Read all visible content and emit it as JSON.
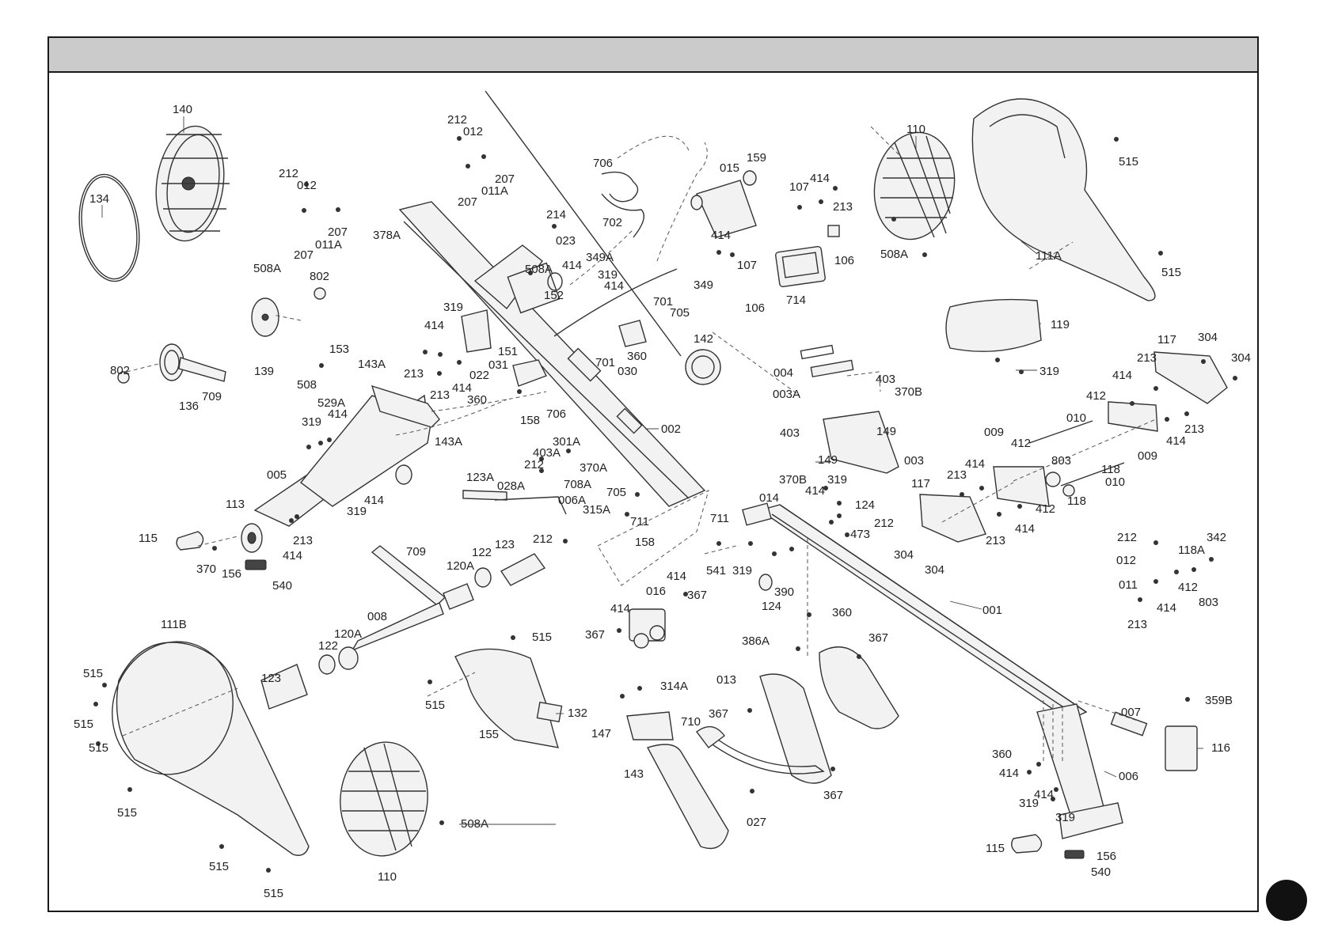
{
  "parts": [
    "001",
    "002",
    "003",
    "004",
    "003A",
    "005",
    "006",
    "007",
    "008",
    "009",
    "010",
    "011",
    "011A",
    "012",
    "013",
    "014",
    "015",
    "016",
    "022",
    "023",
    "027",
    "028A",
    "030",
    "031",
    "006A",
    "106",
    "107",
    "110",
    "111A",
    "111B",
    "113",
    "115",
    "116",
    "117",
    "118",
    "118A",
    "119",
    "120A",
    "122",
    "123",
    "123A",
    "124",
    "132",
    "134",
    "136",
    "139",
    "140",
    "142",
    "143",
    "143A",
    "147",
    "149",
    "151",
    "152",
    "153",
    "155",
    "156",
    "158",
    "159",
    "212",
    "213",
    "214",
    "207",
    "301A",
    "304",
    "314A",
    "315A",
    "319",
    "342",
    "349",
    "349A",
    "359B",
    "360",
    "367",
    "370",
    "370A",
    "370B",
    "378A",
    "386A",
    "390",
    "403",
    "403A",
    "412",
    "414",
    "473",
    "508",
    "508A",
    "515",
    "529A",
    "540",
    "541",
    "701",
    "702",
    "705",
    "706",
    "708A",
    "709",
    "710",
    "711",
    "714",
    "802",
    "803"
  ],
  "callouts": [
    {
      "id": "c1",
      "text": "140"
    },
    {
      "id": "c2",
      "text": "134"
    },
    {
      "id": "c3",
      "text": "212"
    },
    {
      "id": "c4",
      "text": "012"
    },
    {
      "id": "c5",
      "text": "207"
    },
    {
      "id": "c6",
      "text": "207"
    },
    {
      "id": "c7",
      "text": "011A"
    },
    {
      "id": "c8",
      "text": "508A"
    },
    {
      "id": "c9",
      "text": "802"
    },
    {
      "id": "c10",
      "text": "139"
    },
    {
      "id": "c11",
      "text": "802"
    },
    {
      "id": "c12",
      "text": "136"
    },
    {
      "id": "c13",
      "text": "709"
    },
    {
      "id": "c14",
      "text": "212"
    },
    {
      "id": "c15",
      "text": "012"
    },
    {
      "id": "c16",
      "text": "207"
    },
    {
      "id": "c17",
      "text": "207"
    },
    {
      "id": "c18",
      "text": "011A"
    },
    {
      "id": "c19",
      "text": "378A"
    },
    {
      "id": "c20",
      "text": "214"
    },
    {
      "id": "c21",
      "text": "023"
    },
    {
      "id": "c22",
      "text": "508A"
    },
    {
      "id": "c23",
      "text": "414"
    },
    {
      "id": "c24",
      "text": "349A"
    },
    {
      "id": "c25",
      "text": "319"
    },
    {
      "id": "c26",
      "text": "414"
    },
    {
      "id": "c27",
      "text": "152"
    },
    {
      "id": "c28",
      "text": "319"
    },
    {
      "id": "c29",
      "text": "414"
    },
    {
      "id": "c30",
      "text": "213"
    },
    {
      "id": "c31",
      "text": "151"
    },
    {
      "id": "c32",
      "text": "031"
    },
    {
      "id": "c33",
      "text": "022"
    },
    {
      "id": "c34",
      "text": "213"
    },
    {
      "id": "c35",
      "text": "414"
    },
    {
      "id": "c36",
      "text": "360"
    },
    {
      "id": "c37",
      "text": "158"
    },
    {
      "id": "c38",
      "text": "706"
    },
    {
      "id": "c39",
      "text": "153"
    },
    {
      "id": "c40",
      "text": "143A"
    },
    {
      "id": "c41",
      "text": "508"
    },
    {
      "id": "c42",
      "text": "529A"
    },
    {
      "id": "c43",
      "text": "319"
    },
    {
      "id": "c44",
      "text": "414"
    },
    {
      "id": "c45",
      "text": "143A"
    },
    {
      "id": "c46",
      "text": "005"
    },
    {
      "id": "c47",
      "text": "113"
    },
    {
      "id": "c48",
      "text": "115"
    },
    {
      "id": "c49",
      "text": "370"
    },
    {
      "id": "c50",
      "text": "156"
    },
    {
      "id": "c51",
      "text": "540"
    },
    {
      "id": "c52",
      "text": "414"
    },
    {
      "id": "c53",
      "text": "213"
    },
    {
      "id": "c54",
      "text": "319"
    },
    {
      "id": "c55",
      "text": "414"
    },
    {
      "id": "c56",
      "text": "706"
    },
    {
      "id": "c57",
      "text": "702"
    },
    {
      "id": "c58",
      "text": "015"
    },
    {
      "id": "c59",
      "text": "159"
    },
    {
      "id": "c60",
      "text": "701"
    },
    {
      "id": "c61",
      "text": "705"
    },
    {
      "id": "c62",
      "text": "414"
    },
    {
      "id": "c63",
      "text": "107"
    },
    {
      "id": "c64",
      "text": "349"
    },
    {
      "id": "c65",
      "text": "106"
    },
    {
      "id": "c66",
      "text": "714"
    },
    {
      "id": "c67",
      "text": "107"
    },
    {
      "id": "c68",
      "text": "414"
    },
    {
      "id": "c69",
      "text": "213"
    },
    {
      "id": "c70",
      "text": "106"
    },
    {
      "id": "c71",
      "text": "142"
    },
    {
      "id": "c72",
      "text": "360"
    },
    {
      "id": "c73",
      "text": "701"
    },
    {
      "id": "c74",
      "text": "030"
    },
    {
      "id": "c75",
      "text": "002"
    },
    {
      "id": "c76",
      "text": "110"
    },
    {
      "id": "c77",
      "text": "508A"
    },
    {
      "id": "c78",
      "text": "515"
    },
    {
      "id": "c79",
      "text": "111A"
    },
    {
      "id": "c80",
      "text": "515"
    },
    {
      "id": "c81",
      "text": "119"
    },
    {
      "id": "c82",
      "text": "319"
    },
    {
      "id": "c83",
      "text": "004"
    },
    {
      "id": "c84",
      "text": "003A"
    },
    {
      "id": "c85",
      "text": "403"
    },
    {
      "id": "c86",
      "text": "370B"
    },
    {
      "id": "c87",
      "text": "149"
    },
    {
      "id": "c88",
      "text": "403"
    },
    {
      "id": "c89",
      "text": "149"
    },
    {
      "id": "c90",
      "text": "003"
    },
    {
      "id": "c91",
      "text": "370B"
    },
    {
      "id": "c92",
      "text": "117"
    },
    {
      "id": "c93",
      "text": "304"
    },
    {
      "id": "c94",
      "text": "304"
    },
    {
      "id": "c95",
      "text": "213"
    },
    {
      "id": "c96",
      "text": "414"
    },
    {
      "id": "c97",
      "text": "412"
    },
    {
      "id": "c98",
      "text": "010"
    },
    {
      "id": "c99",
      "text": "213"
    },
    {
      "id": "c100",
      "text": "414"
    },
    {
      "id": "c101",
      "text": "009"
    },
    {
      "id": "c102",
      "text": "009"
    },
    {
      "id": "c103",
      "text": "412"
    },
    {
      "id": "c104",
      "text": "803"
    },
    {
      "id": "c105",
      "text": "118"
    },
    {
      "id": "c106",
      "text": "010"
    },
    {
      "id": "c107",
      "text": "118"
    },
    {
      "id": "c108",
      "text": "213"
    },
    {
      "id": "c109",
      "text": "414"
    },
    {
      "id": "c110",
      "text": "412"
    },
    {
      "id": "c111",
      "text": "117"
    },
    {
      "id": "c112",
      "text": "304"
    },
    {
      "id": "c113",
      "text": "304"
    },
    {
      "id": "c114",
      "text": "213"
    },
    {
      "id": "c115",
      "text": "414"
    },
    {
      "id": "c116",
      "text": "212"
    },
    {
      "id": "c117",
      "text": "012"
    },
    {
      "id": "c118",
      "text": "011"
    },
    {
      "id": "c119",
      "text": "118A"
    },
    {
      "id": "c120",
      "text": "342"
    },
    {
      "id": "c121",
      "text": "412"
    },
    {
      "id": "c122",
      "text": "803"
    },
    {
      "id": "c123",
      "text": "414"
    },
    {
      "id": "c124",
      "text": "213"
    },
    {
      "id": "c125",
      "text": "301A"
    },
    {
      "id": "c126",
      "text": "403A"
    },
    {
      "id": "c127",
      "text": "212"
    },
    {
      "id": "c128",
      "text": "370A"
    },
    {
      "id": "c129",
      "text": "708A"
    },
    {
      "id": "c130",
      "text": "123A"
    },
    {
      "id": "c131",
      "text": "028A"
    },
    {
      "id": "c132",
      "text": "006A"
    },
    {
      "id": "c133",
      "text": "315A"
    },
    {
      "id": "c134",
      "text": "705"
    },
    {
      "id": "c135",
      "text": "711"
    },
    {
      "id": "c136",
      "text": "711"
    },
    {
      "id": "c137",
      "text": "158"
    },
    {
      "id": "c138",
      "text": "212"
    },
    {
      "id": "c139",
      "text": "541"
    },
    {
      "id": "c140",
      "text": "014"
    },
    {
      "id": "c141",
      "text": "414"
    },
    {
      "id": "c142",
      "text": "319"
    },
    {
      "id": "c143",
      "text": "124"
    },
    {
      "id": "c144",
      "text": "212"
    },
    {
      "id": "c145",
      "text": "473"
    },
    {
      "id": "c146",
      "text": "319"
    },
    {
      "id": "c147",
      "text": "390"
    },
    {
      "id": "c148",
      "text": "124"
    },
    {
      "id": "c149",
      "text": "360"
    },
    {
      "id": "c150",
      "text": "001"
    },
    {
      "id": "c151",
      "text": "709"
    },
    {
      "id": "c152",
      "text": "122"
    },
    {
      "id": "c153",
      "text": "123"
    },
    {
      "id": "c154",
      "text": "120A"
    },
    {
      "id": "c155",
      "text": "008"
    },
    {
      "id": "c156",
      "text": "120A"
    },
    {
      "id": "c157",
      "text": "122"
    },
    {
      "id": "c158",
      "text": "123"
    },
    {
      "id": "c159",
      "text": "016"
    },
    {
      "id": "c160",
      "text": "414"
    },
    {
      "id": "c161",
      "text": "367"
    },
    {
      "id": "c162",
      "text": "414"
    },
    {
      "id": "c163",
      "text": "367"
    },
    {
      "id": "c164",
      "text": "111B"
    },
    {
      "id": "c165",
      "text": "515"
    },
    {
      "id": "c166",
      "text": "515"
    },
    {
      "id": "c167",
      "text": "515"
    },
    {
      "id": "c168",
      "text": "515"
    },
    {
      "id": "c169",
      "text": "515"
    },
    {
      "id": "c170",
      "text": "515"
    },
    {
      "id": "c171",
      "text": "515"
    },
    {
      "id": "c172",
      "text": "515"
    },
    {
      "id": "c173",
      "text": "132"
    },
    {
      "id": "c174",
      "text": "155"
    },
    {
      "id": "c175",
      "text": "110"
    },
    {
      "id": "c176",
      "text": "508A"
    },
    {
      "id": "c177",
      "text": "314A"
    },
    {
      "id": "c178",
      "text": "147"
    },
    {
      "id": "c179",
      "text": "143"
    },
    {
      "id": "c180",
      "text": "710"
    },
    {
      "id": "c181",
      "text": "367"
    },
    {
      "id": "c182",
      "text": "027"
    },
    {
      "id": "c183",
      "text": "386A"
    },
    {
      "id": "c184",
      "text": "013"
    },
    {
      "id": "c185",
      "text": "367"
    },
    {
      "id": "c186",
      "text": "367"
    },
    {
      "id": "c187",
      "text": "007"
    },
    {
      "id": "c188",
      "text": "359B"
    },
    {
      "id": "c189",
      "text": "116"
    },
    {
      "id": "c190",
      "text": "360"
    },
    {
      "id": "c191",
      "text": "006"
    },
    {
      "id": "c192",
      "text": "414"
    },
    {
      "id": "c193",
      "text": "319"
    },
    {
      "id": "c194",
      "text": "414"
    },
    {
      "id": "c195",
      "text": "319"
    },
    {
      "id": "c196",
      "text": "115"
    },
    {
      "id": "c197",
      "text": "156"
    },
    {
      "id": "c198",
      "text": "540"
    }
  ]
}
